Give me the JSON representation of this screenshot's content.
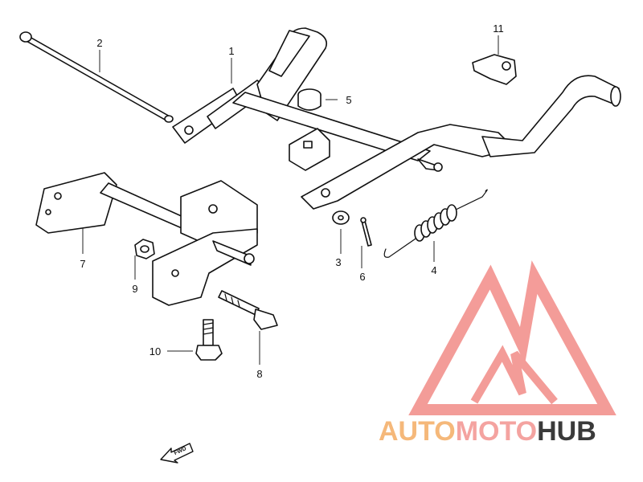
{
  "diagram": {
    "callouts": [
      {
        "id": "1",
        "label": "1"
      },
      {
        "id": "2",
        "label": "2"
      },
      {
        "id": "3",
        "label": "3"
      },
      {
        "id": "4",
        "label": "4"
      },
      {
        "id": "5",
        "label": "5"
      },
      {
        "id": "6",
        "label": "6"
      },
      {
        "id": "7",
        "label": "7"
      },
      {
        "id": "8",
        "label": "8"
      },
      {
        "id": "9",
        "label": "9"
      },
      {
        "id": "10",
        "label": "10"
      },
      {
        "id": "11",
        "label": "11"
      }
    ],
    "direction_marker": {
      "label": "FWD"
    }
  },
  "watermark": {
    "part1": "AUTO",
    "part2": "MOTO",
    "part3": "HUB",
    "color_auto": "#f5b87a",
    "color_moto": "#f4a3a0",
    "color_hub": "#3a3a3a",
    "triangle_color": "#f28b87"
  }
}
